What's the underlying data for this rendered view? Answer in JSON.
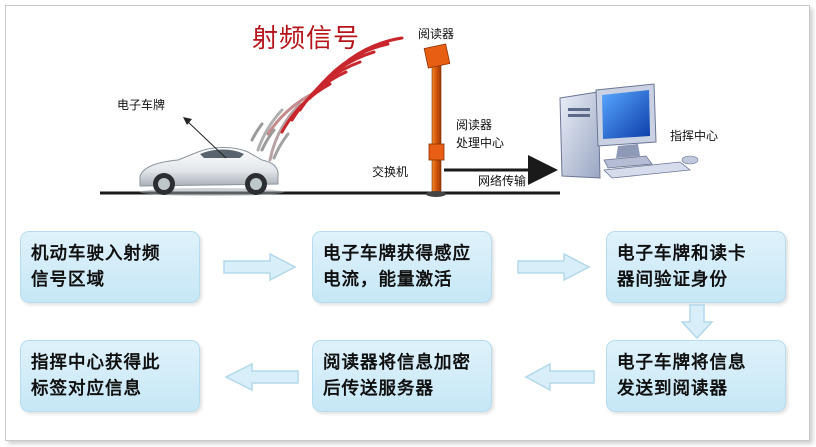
{
  "scene": {
    "rf_signal_title": "射频信号",
    "reader_label": "阅读器",
    "tag_label": "电子车牌",
    "processing_label_line1": "阅读器",
    "processing_label_line2": "处理中心",
    "switch_label": "交换机",
    "network_label": "网络传输",
    "command_center_label": "指挥中心"
  },
  "flow": {
    "step1": {
      "line1": "机动车驶入射频",
      "line2": "信号区域"
    },
    "step2": {
      "line1": "电子车牌获得感应",
      "line2": "电流，能量激活"
    },
    "step3": {
      "line1": "电子车牌和读卡",
      "line2": "器间验证身份"
    },
    "step4": {
      "line1": "电子车牌将信息",
      "line2": "发送到阅读器"
    },
    "step5": {
      "line1": "阅读器将信息加密",
      "line2": "后传送服务器"
    },
    "step6": {
      "line1": "指挥中心获得此",
      "line2": "标签对应信息"
    }
  },
  "colors": {
    "rf_title": "#b4141a",
    "wave_red": "#c8262c",
    "wave_gray": "#9a9a9a",
    "pole": "#d3540a",
    "box_fill": "#d4edf8",
    "arrow_fill": "#d8eef8",
    "arrow_stroke": "#b3d8ea"
  }
}
